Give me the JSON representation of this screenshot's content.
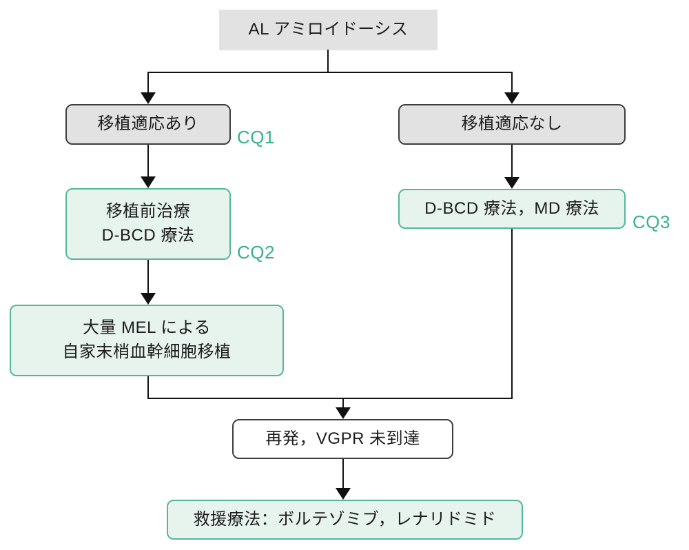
{
  "colors": {
    "gray_fill": "#e2e2e2",
    "gray_border": "#3d3d3d",
    "green_fill": "#e7f3ed",
    "green_border": "#54b896",
    "cq_text": "#36b287",
    "line": "#111111",
    "text": "#1c1c1c"
  },
  "nodes": {
    "root": {
      "label": "AL アミロイドーシス"
    },
    "eligible": {
      "label": "移植適応あり"
    },
    "ineligible": {
      "label": "移植適応なし"
    },
    "pretransplant": {
      "line1": "移植前治療",
      "line2": "D-BCD 療法"
    },
    "dbcd_md": {
      "label": "D-BCD 療法，MD 療法"
    },
    "mel": {
      "line1": "大量 MEL による",
      "line2": "自家末梢血幹細胞移植"
    },
    "relapse": {
      "label": "再発，VGPR 未到達"
    },
    "salvage": {
      "label": "救援療法：ボルテゾミブ，レナリドミド"
    }
  },
  "annotations": {
    "cq1": "CQ1",
    "cq2": "CQ2",
    "cq3": "CQ3"
  }
}
